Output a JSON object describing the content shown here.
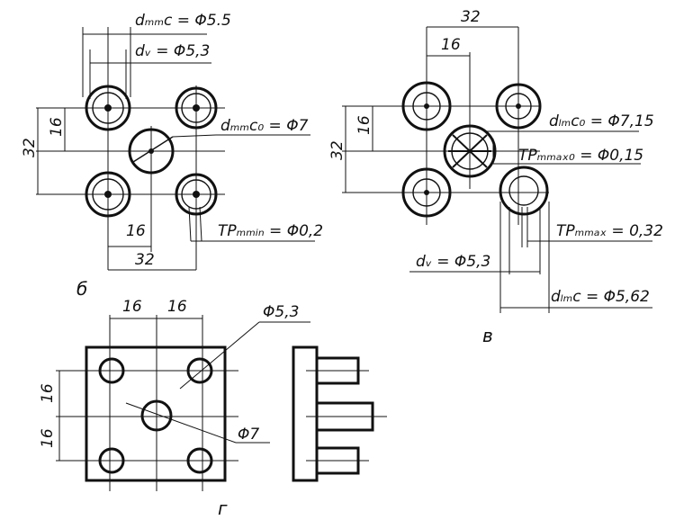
{
  "views": {
    "b": {
      "view_letter": "б",
      "d_mmc_label": "dₘₘc = Φ5.5",
      "d_v_label": "dᵥ = Φ5,3",
      "d_mmc0_label": "dₘₘc₀ = Φ7",
      "dim_vert_32": "32",
      "dim_vert_16": "16",
      "dim_horiz_16": "16",
      "dim_horiz_32": "32",
      "tp_label": "TPₘₘᵢₙ = Φ0,2"
    },
    "v": {
      "view_letter": "в",
      "dim_top_32": "32",
      "dim_top_16": "16",
      "dim_vert_16": "16",
      "dim_vert_32": "32",
      "d_lmc0_label": "dₗₘc₀ = Φ7,15",
      "tp_max0_label": "TPₘₘₐₓ₀ = Φ0,15",
      "tp_max_label": "TPₘₘₐₓ = 0,32",
      "d_v_label": "dᵥ = Φ5,3",
      "d_lmc_label": "dₗₘc = Φ5,62"
    },
    "g": {
      "view_letter": "г",
      "dim_top_left_16": "16",
      "dim_top_right_16": "16",
      "dim_left_top_16": "16",
      "dim_left_bottom_16": "16",
      "small_hole_label": "Φ5,3",
      "center_hole_label": "Φ7"
    }
  }
}
